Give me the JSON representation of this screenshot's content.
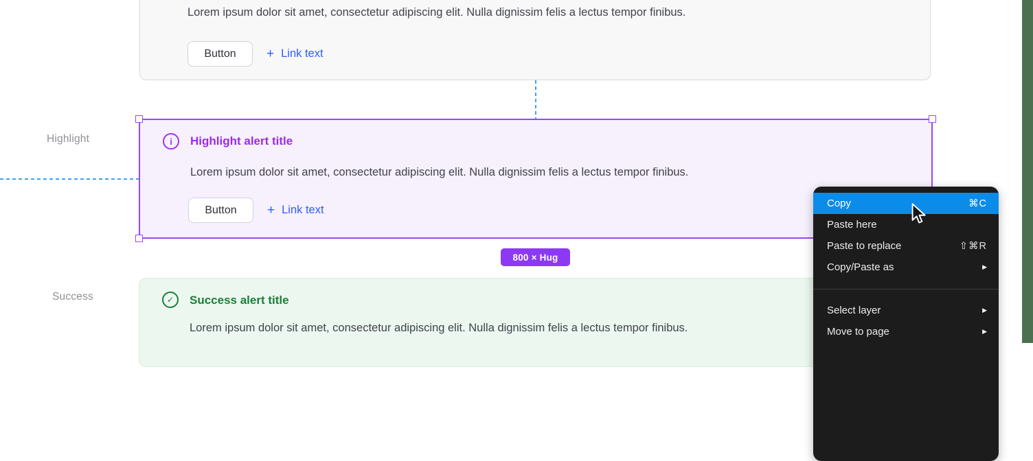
{
  "canvas": {
    "green_strip_color": "#4A7051",
    "guide_color": "#3E9FF3"
  },
  "section_labels": {
    "highlight": "Highlight",
    "success": "Success"
  },
  "icons": {
    "info_glyph": "i",
    "check_glyph": "✓",
    "submenu_arrow": "▶"
  },
  "default_alert": {
    "body": "Lorem ipsum dolor sit amet, consectetur adipiscing elit. Nulla dignissim felis a lectus tempor finibus.",
    "button_label": "Button",
    "link_plus": "+",
    "link_label": "Link text"
  },
  "highlight_alert": {
    "title": "Highlight alert title",
    "body": "Lorem ipsum dolor sit amet, consectetur adipiscing elit. Nulla dignissim felis a lectus tempor finibus.",
    "button_label": "Button",
    "link_plus": "+",
    "link_label": "Link text",
    "title_color": "#9C2BEA",
    "background": "#F7F0FD"
  },
  "success_alert": {
    "title": "Success alert title",
    "body": "Lorem ipsum dolor sit amet, consectetur adipiscing elit. Nulla dignissim felis a lectus tempor finibus.",
    "title_color": "#1A7F37",
    "background": "#EBF7EF"
  },
  "selection": {
    "size_badge": "800 × Hug",
    "badge_color": "#8C39F4",
    "border_color": "#9747FF"
  },
  "context_menu": {
    "background": "#1C1C1C",
    "highlight_color": "#0C8CE9",
    "items": [
      {
        "label": "Copy",
        "shortcut": "⌘C"
      },
      {
        "label": "Paste here",
        "shortcut": ""
      },
      {
        "label": "Paste to replace",
        "shortcut": "⇧⌘R"
      },
      {
        "label": "Copy/Paste as",
        "submenu": true
      },
      {
        "label": "Select layer",
        "submenu": true
      },
      {
        "label": "Move to page",
        "submenu": true
      }
    ]
  },
  "link_color": "#2E5BFF",
  "body_text_color": "#41424C"
}
